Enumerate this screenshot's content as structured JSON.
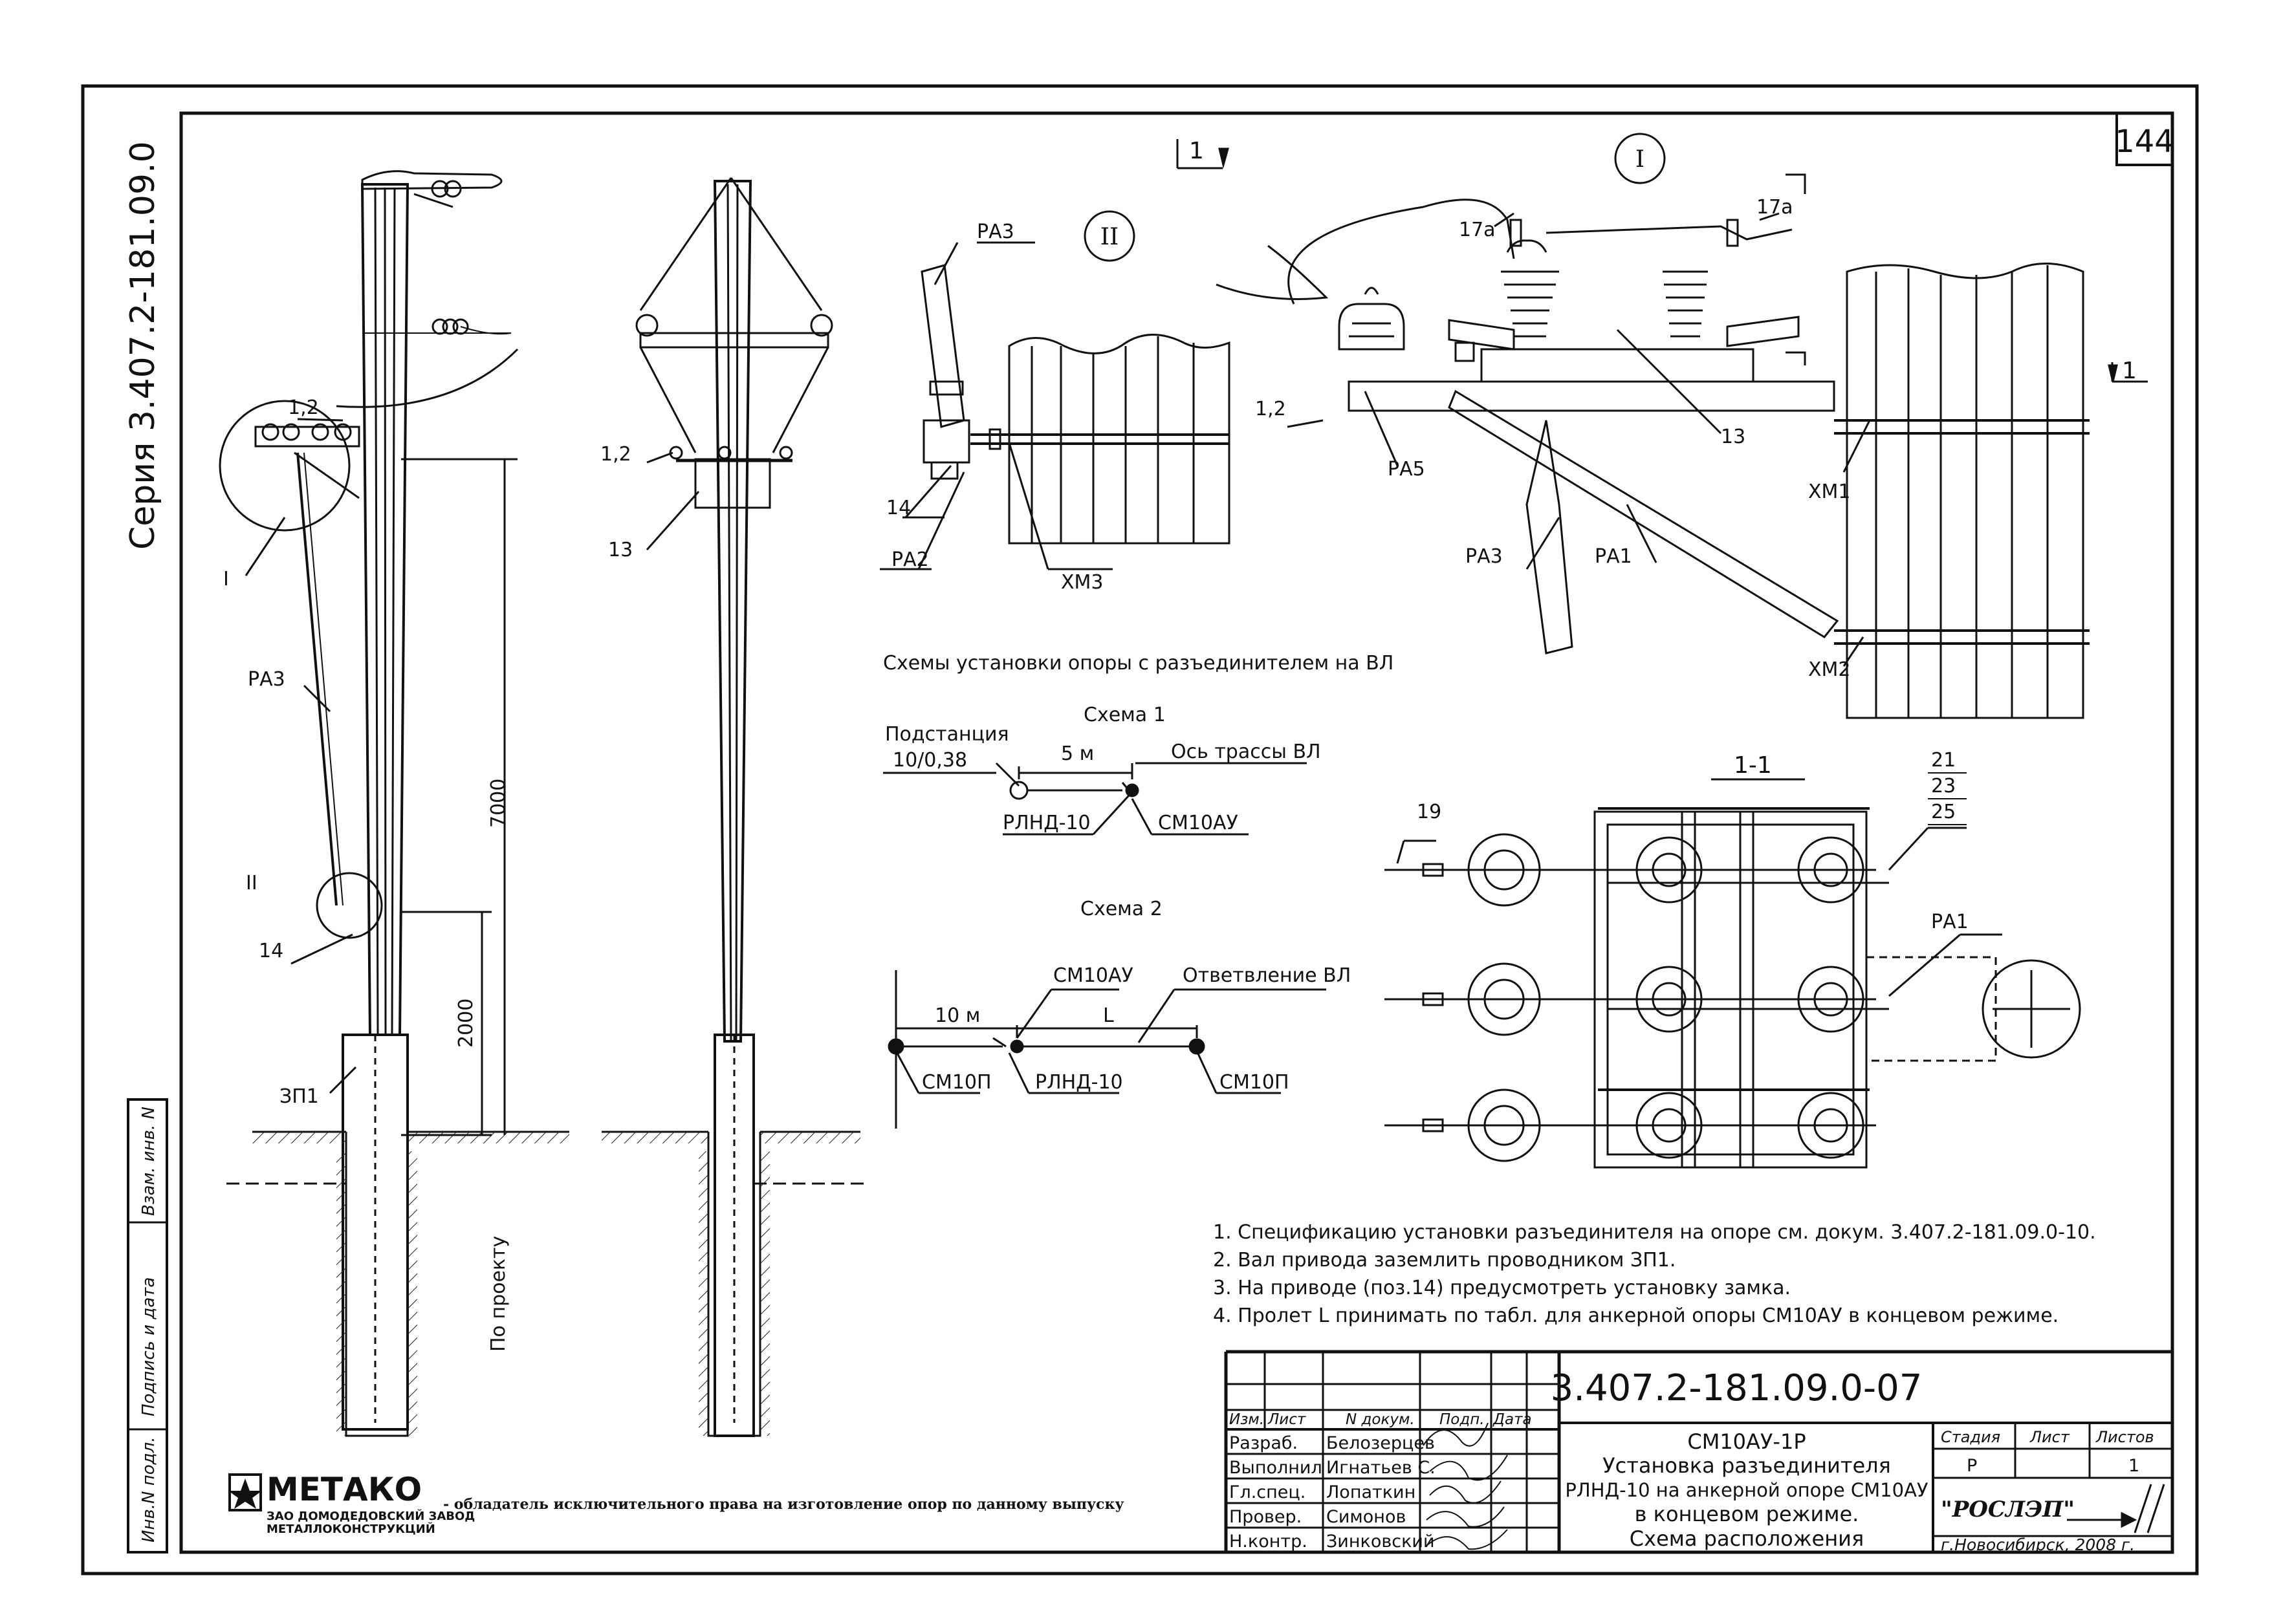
{
  "sheet_number": "144",
  "series": "Серия 3.407.2-181.09.0",
  "side_stamp": {
    "vzam": "Взам. инв. N",
    "podpis": "Подпись и дата",
    "inv": "Инв.N подл."
  },
  "pole_labels": {
    "p1_2": "1,2",
    "callout_I": "I",
    "ra3": "РА3",
    "callout_II": "II",
    "n14": "14",
    "zp1": "ЗП1",
    "h7000": "7000",
    "h2000": "2000",
    "po_proektu": "По проекту",
    "front_1_2": "1,2",
    "front_13": "13"
  },
  "detail_II": {
    "title": "II",
    "ra3": "РА3",
    "n14": "14",
    "ra2": "РА2",
    "hm3": "ХМ3"
  },
  "detail_I": {
    "title": "I",
    "section_mark": "1",
    "n17a_left": "17а",
    "n17a_right": "17а",
    "p1_2": "1,2",
    "ra5": "РА5",
    "n13": "13",
    "ra3": "РА3",
    "ra1": "РА1",
    "hm1": "ХМ1",
    "hm2": "ХМ2"
  },
  "schemes": {
    "heading": "Схемы  установки опоры с разъединителем на ВЛ",
    "s1_title": "Схема 1",
    "s1_substation": "Подстанция",
    "s1_voltage": "10/0,38",
    "s1_dist": "5 м",
    "s1_axis": "Ось трассы ВЛ",
    "s1_rlnd": "РЛНД-10",
    "s1_cm": "СМ10АУ",
    "s2_title": "Схема 2",
    "s2_cm10au": "СМ10АУ",
    "s2_branch": "Ответвление ВЛ",
    "s2_10m": "10 м",
    "s2_L": "L",
    "s2_cm10p_left": "СМ10П",
    "s2_rlnd": "РЛНД-10",
    "s2_cm10p_right": "СМ10П"
  },
  "section_1_1": {
    "title": "1-1",
    "n19": "19",
    "n21": "21",
    "n23": "23",
    "n25": "25",
    "ra1": "РА1"
  },
  "notes": [
    "1. Спецификацию установки разъединителя на опоре см. докум. 3.407.2-181.09.0-10.",
    "2. Вал привода заземлить проводником ЗП1.",
    "3. На приводе (поз.14) предусмотреть установку замка.",
    "4. Пролет L принимать по  табл. для анкерной опоры СМ10АУ в концевом режиме."
  ],
  "logo": {
    "name": "МЕТАКО",
    "line1": "ЗАО ДОМОДЕДОВСКИЙ ЗАВОД",
    "line2": "МЕТАЛЛОКОНСТРУКЦИЙ",
    "rights": "- обладатель исключительного права на изготовление опор по данному выпуску"
  },
  "title_block": {
    "doc_code": "3.407.2-181.09.0-07",
    "headers": [
      "Изм.",
      "Лист",
      "N докум.",
      "Подп.",
      "Дата"
    ],
    "roles": [
      {
        "role": "Разраб.",
        "name": "Белозерцев"
      },
      {
        "role": "Выполнил",
        "name": "Игнатьев С."
      },
      {
        "role": "Гл.спец.",
        "name": "Лопаткин"
      },
      {
        "role": "Провер.",
        "name": "Симонов"
      },
      {
        "role": "Н.контр.",
        "name": "Зинковский"
      }
    ],
    "title_lines": [
      "СМ10АУ-1Р",
      "Установка разъединителя",
      "РЛНД-10 на анкерной опоре СМ10АУ",
      "в концевом режиме.",
      "Схема расположения"
    ],
    "stage_label": "Стадия",
    "sheet_label": "Лист",
    "sheets_label": "Листов",
    "stage": "Р",
    "sheets": "1",
    "org": "\"РОСЛЭП\"",
    "city_year": "г.Новосибирск, 2008 г."
  }
}
